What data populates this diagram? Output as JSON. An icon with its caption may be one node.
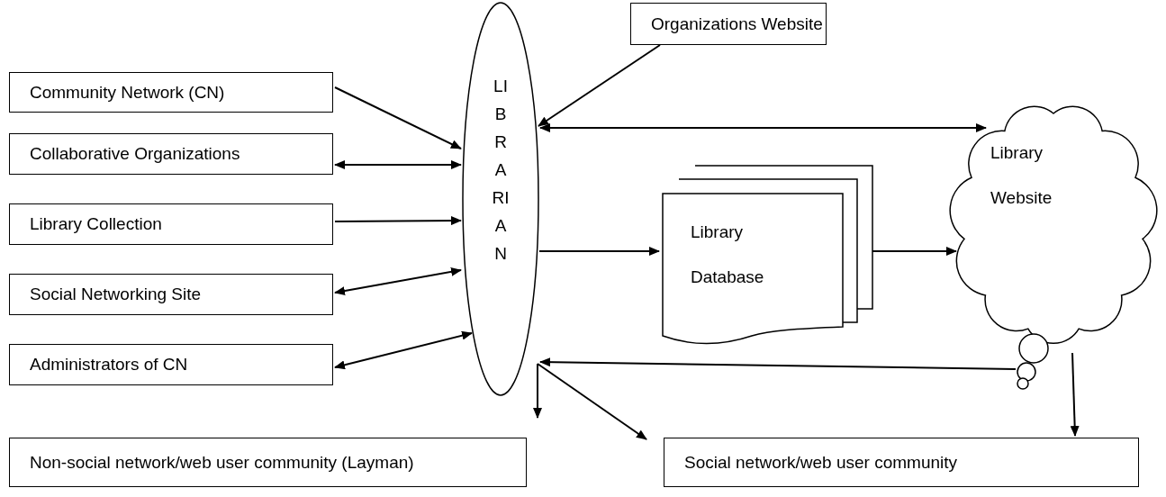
{
  "diagram": {
    "nodes": [
      {
        "text": [
          "Organizations Website"
        ]
      },
      {
        "text": [
          "Community Network (CN)"
        ]
      },
      {
        "text": [
          "Collaborative Organizations"
        ]
      },
      {
        "text": [
          "Library Collection"
        ]
      },
      {
        "text": [
          "Social Networking Site"
        ]
      },
      {
        "text": [
          "Administrators of CN"
        ]
      },
      {
        "text": [
          "LI B R A RI A N"
        ]
      },
      {
        "text": [
          "Library Database"
        ]
      },
      {
        "text": [
          "Library Website"
        ]
      },
      {
        "text": [
          "Non-social network/web user community (Layman)"
        ]
      },
      {
        "text": [
          "Social network/web user community"
        ]
      }
    ],
    "edges": [
      {
        "from": 0,
        "to": 6,
        "arrow": "to"
      },
      {
        "from": 6,
        "to": 8,
        "arrow": "both"
      },
      {
        "from": 1,
        "to": 6,
        "arrow": "to"
      },
      {
        "from": 2,
        "to": 6,
        "arrow": "both"
      },
      {
        "from": 3,
        "to": 6,
        "arrow": "to"
      },
      {
        "from": 4,
        "to": 6,
        "arrow": "both"
      },
      {
        "from": 5,
        "to": 6,
        "arrow": "both"
      },
      {
        "from": 6,
        "to": 7,
        "arrow": "to"
      },
      {
        "from": 7,
        "to": 8,
        "arrow": "to"
      },
      {
        "from": 8,
        "to": 6,
        "arrow": "to"
      },
      {
        "from": 6,
        "to": 9,
        "arrow": "to"
      },
      {
        "from": 6,
        "to": 10,
        "arrow": "to"
      },
      {
        "from": 8,
        "to": 10,
        "arrow": "to"
      }
    ]
  }
}
